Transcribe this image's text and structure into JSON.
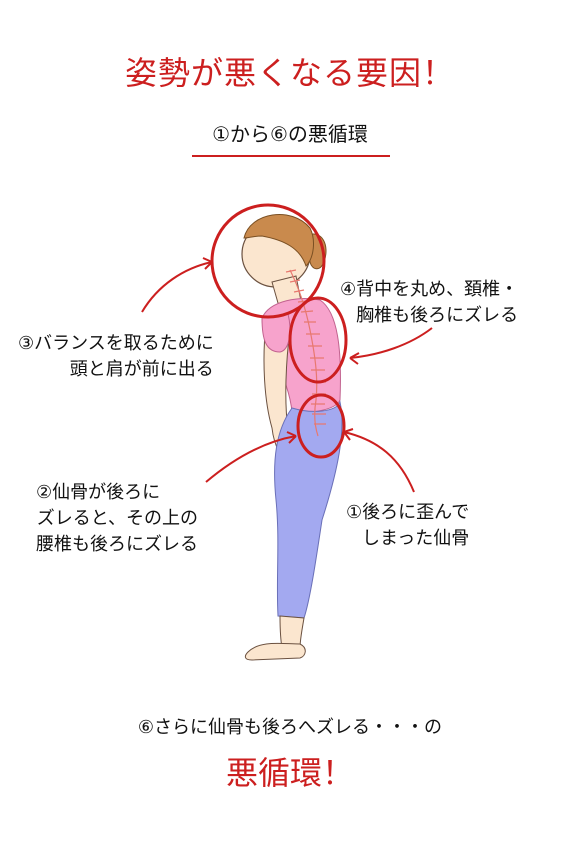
{
  "title": "姿勢が悪くなる要因！",
  "subtitle": "①から⑥の悪循環",
  "labels": {
    "l3": [
      "③バランスを取るために",
      "頭と肩が前に出る"
    ],
    "l4": [
      "④背中を丸め、頚椎・",
      "胸椎も後ろにズレる"
    ],
    "l2": [
      "②仙骨が後ろに",
      "ズレると、その上の",
      "腰椎も後ろにズレる"
    ],
    "l1": [
      "①後ろに歪んで",
      "しまった仙骨"
    ]
  },
  "footer": {
    "line1": "⑥さらに仙骨も後ろへズレる・・・の",
    "line2": "悪循環！"
  },
  "colors": {
    "accent": "#cc1f1f",
    "shirt": "#f7a3cc",
    "pants": "#a3a9f0",
    "skin": "#fbe6cf",
    "hair": "#c98a4d",
    "spine": "#e8786f"
  }
}
